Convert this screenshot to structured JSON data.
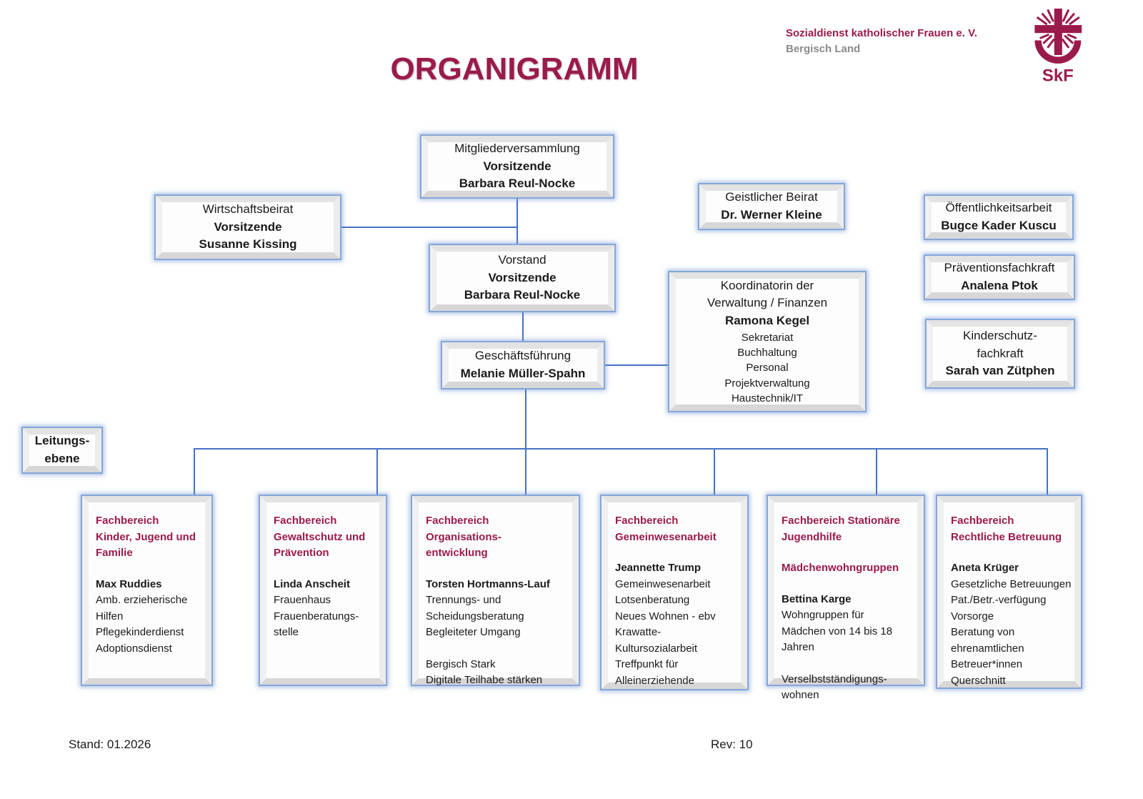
{
  "header": {
    "title": "ORGANIGRAMM",
    "org_name": "Sozialdienst katholischer Frauen e. V.",
    "org_region": "Bergisch Land",
    "logo_text": "SkF"
  },
  "colors": {
    "maroon": "#9B1A4C",
    "box_border_blue": "#84A7D8",
    "connector_blue": "#4472C4",
    "gray_text": "#8A8A8A"
  },
  "boxes": {
    "mitgliederversammlung": {
      "title": "Mitgliederversammlung",
      "role": "Vorsitzende",
      "person": "Barbara Reul-Nocke"
    },
    "wirtschaftsbeirat": {
      "title": "Wirtschaftsbeirat",
      "role": "Vorsitzende",
      "person": "Susanne Kissing"
    },
    "geistlicher_beirat": {
      "title": "Geistlicher Beirat",
      "person": "Dr. Werner Kleine"
    },
    "oeffentlichkeitsarbeit": {
      "title": "Öffentlichkeitsarbeit",
      "person": "Bugce Kader Kuscu"
    },
    "vorstand": {
      "title": "Vorstand",
      "role": "Vorsitzende",
      "person": "Barbara Reul-Nocke"
    },
    "praeventionsfachkraft": {
      "title": "Präventionsfachkraft",
      "person": "Analena Ptok"
    },
    "koordinatorin": {
      "title_lines": [
        "Koordinatorin der",
        "Verwaltung / Finanzen"
      ],
      "person": "Ramona Kegel",
      "items": [
        "Sekretariat",
        "Buchhaltung",
        "Personal",
        "Projektverwaltung",
        "Haustechnik/IT"
      ]
    },
    "kinderschutzfachkraft": {
      "title_lines": [
        "Kinderschutz-",
        "fachkraft"
      ],
      "person": "Sarah van Zütphen"
    },
    "geschaeftsfuehrung": {
      "title": "Geschäftsführung",
      "person": "Melanie Müller-Spahn"
    },
    "leitungsebene": {
      "lines": [
        "Leitungs-",
        "ebene"
      ]
    }
  },
  "departments": [
    {
      "heading_lines": [
        "Fachbereich",
        "Kinder, Jugend und",
        "Familie"
      ],
      "person": "Max Ruddies",
      "body_lines": [
        "Amb. erzieherische",
        "Hilfen",
        "Pflegekinderdienst",
        "Adoptionsdienst"
      ]
    },
    {
      "heading_lines": [
        "Fachbereich",
        "Gewaltschutz und",
        "Prävention"
      ],
      "person": "Linda Anscheit",
      "body_lines": [
        "Frauenhaus",
        "Frauenberatungs-",
        "stelle"
      ]
    },
    {
      "heading_lines": [
        "Fachbereich",
        "Organisations-",
        "entwicklung"
      ],
      "person": "Torsten Hortmanns-Lauf",
      "body_lines": [
        "Trennungs- und",
        "Scheidungsberatung",
        "Begleiteter Umgang",
        "",
        "Bergisch Stark",
        "Digitale Teilhabe stärken"
      ]
    },
    {
      "heading_lines": [
        "Fachbereich",
        "Gemeinwesenarbeit"
      ],
      "person": "Jeannette Trump",
      "body_lines": [
        "Gemeinwesenarbeit",
        "Lotsenberatung",
        "Neues Wohnen - ebv",
        "Krawatte-",
        "Kultursozialarbeit",
        "Treffpunkt für",
        "Alleinerziehende"
      ]
    },
    {
      "heading_lines": [
        "Fachbereich Stationäre",
        "Jugendhilfe"
      ],
      "subheading": "Mädchenwohngruppen",
      "person": "Bettina Karge",
      "body_lines": [
        "Wohngruppen für",
        "Mädchen von 14 bis 18",
        "Jahren",
        "",
        "Verselbstständigungs-",
        "wohnen"
      ]
    },
    {
      "heading_lines": [
        "Fachbereich",
        "Rechtliche Betreuung"
      ],
      "person": "Aneta Krüger",
      "body_lines": [
        "Gesetzliche Betreuungen",
        "Pat./Betr.-verfügung",
        "Vorsorge",
        "Beratung von",
        "ehrenamtlichen",
        "Betreuer*innen",
        "Querschnitt"
      ]
    }
  ],
  "footer": {
    "stand": "Stand: 01.2026",
    "rev": "Rev: 10"
  }
}
